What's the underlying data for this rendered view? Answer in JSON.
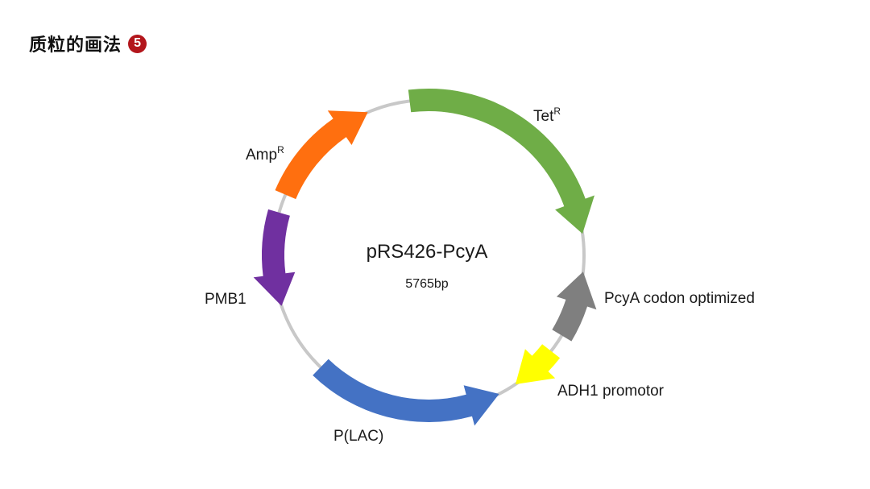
{
  "header": {
    "title": "质粒的画法",
    "step_number": "5",
    "step_badge_color": "#b3161c"
  },
  "plasmid": {
    "name": "pRS426-PcyA",
    "size": "5765bp",
    "backbone_color": "#c8c8c8",
    "features": [
      {
        "id": "tet",
        "label": "Tet",
        "superscript": "R",
        "color": "#6fad47"
      },
      {
        "id": "pcya",
        "label": "PcyA codon optimized",
        "superscript": "",
        "color": "#7f7f7f"
      },
      {
        "id": "adh1",
        "label": "ADH1 promotor",
        "superscript": "",
        "color": "#ffff00"
      },
      {
        "id": "plac",
        "label": "P(LAC)",
        "superscript": "",
        "color": "#4472c4"
      },
      {
        "id": "pmb1",
        "label": "PMB1",
        "superscript": "",
        "color": "#7030a0"
      },
      {
        "id": "amp",
        "label": "Amp",
        "superscript": "R",
        "color": "#ff6f0f"
      }
    ]
  }
}
